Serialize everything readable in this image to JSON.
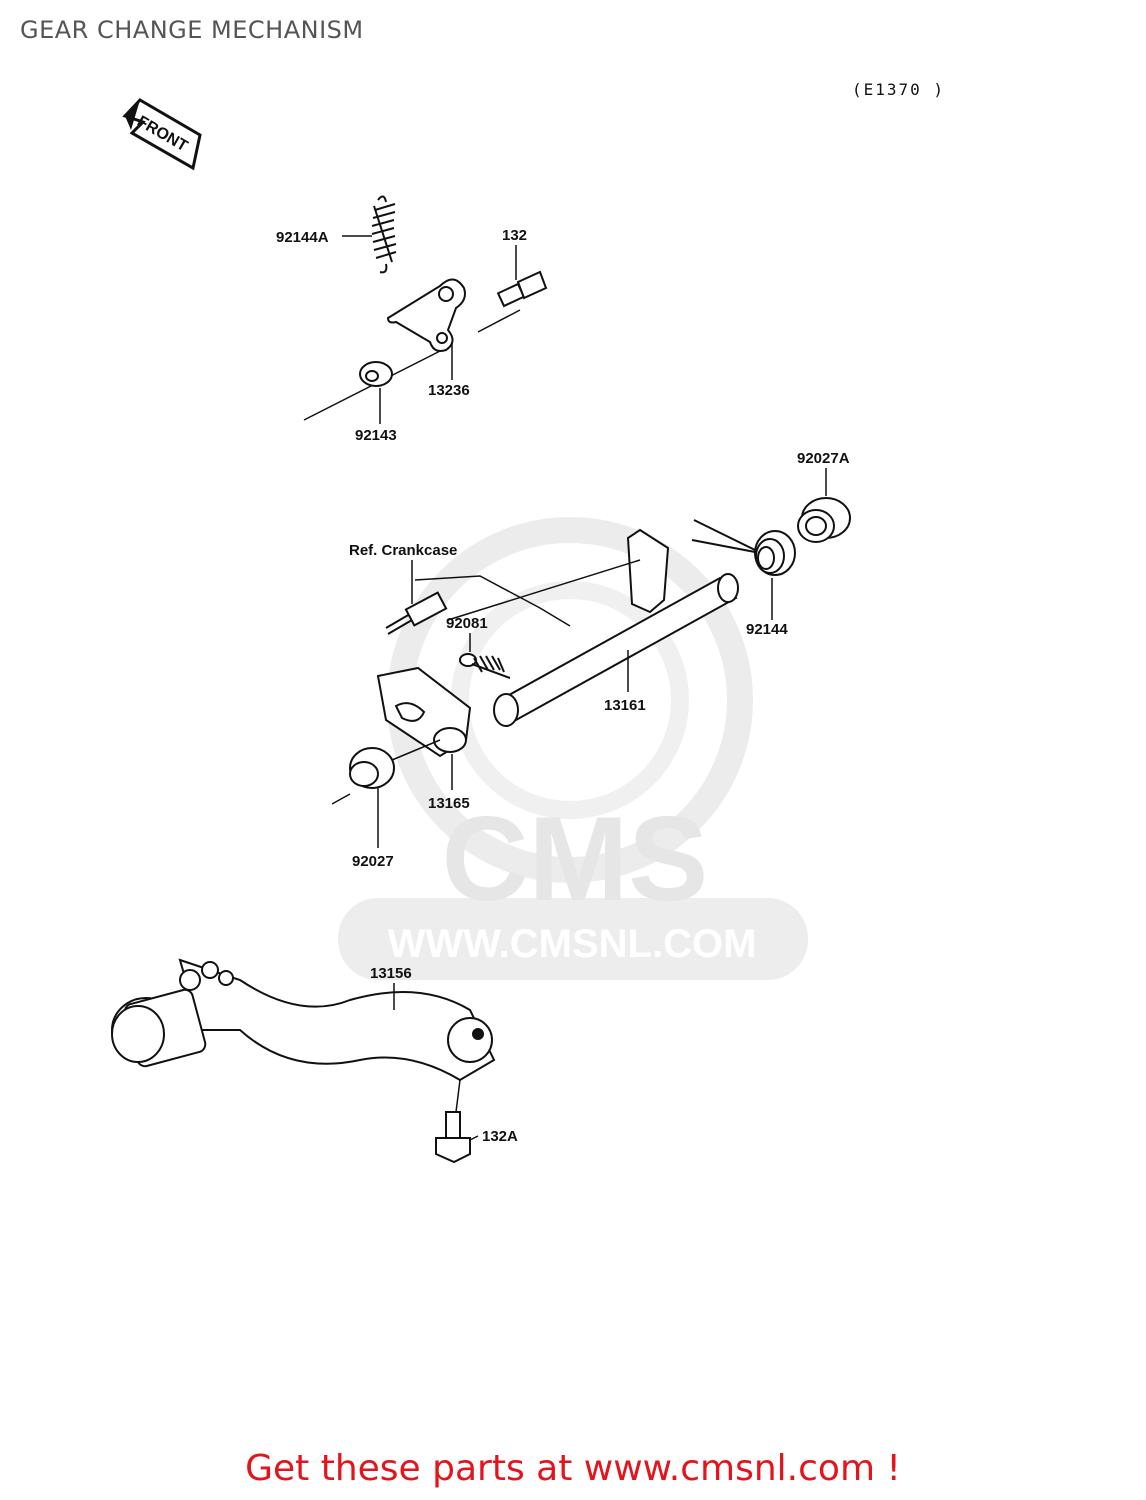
{
  "header": {
    "title": "GEAR CHANGE MECHANISM",
    "diagram_code": "(E1370 )"
  },
  "orientation": {
    "front_label": "FRONT"
  },
  "callouts": {
    "p92144A": "92144A",
    "p132": "132",
    "p13236": "13236",
    "p92143": "92143",
    "p92027A": "92027A",
    "ref_crankcase": "Ref. Crankcase",
    "p92081": "92081",
    "p92144": "92144",
    "p13161": "13161",
    "p13165": "13165",
    "p92027": "92027",
    "p13156": "13156",
    "p132A": "132A"
  },
  "watermark": {
    "brand": "CMS",
    "url": "WWW.CMSNL.COM"
  },
  "footer": {
    "link_text": "Get these parts at www.cmsnl.com !"
  },
  "colors": {
    "link_red": "#e3141b",
    "ink": "#111111",
    "watermark_gray": "#e6e6e6"
  }
}
